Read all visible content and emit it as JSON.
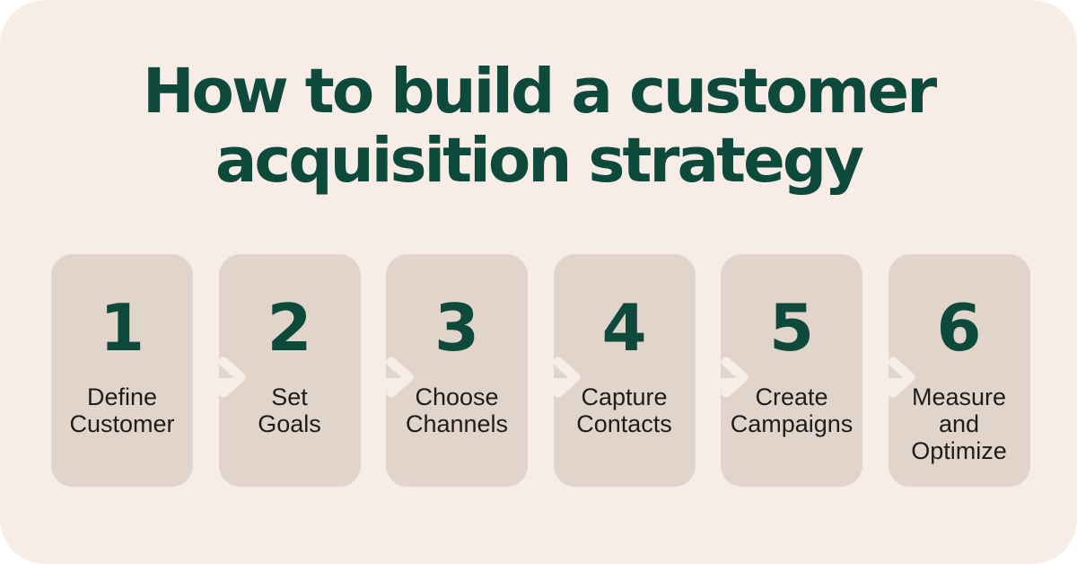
{
  "title": {
    "text": "How to build a customer\nacquisition strategy"
  },
  "steps": [
    {
      "number": "1",
      "label": "Define\nCustomer"
    },
    {
      "number": "2",
      "label": "Set\nGoals"
    },
    {
      "number": "3",
      "label": "Choose\nChannels"
    },
    {
      "number": "4",
      "label": "Capture\nContacts"
    },
    {
      "number": "5",
      "label": "Create\nCampaigns"
    },
    {
      "number": "6",
      "label": "Measure\nand\nOptimize"
    }
  ],
  "icons": {
    "connector": "chevron-right-icon"
  },
  "colors": {
    "background": "#ffffff",
    "panel": "#f8ece7",
    "card": "#e1d4cb",
    "accent_teal": "#0e4a3b",
    "label_text": "#1d1d1b"
  }
}
